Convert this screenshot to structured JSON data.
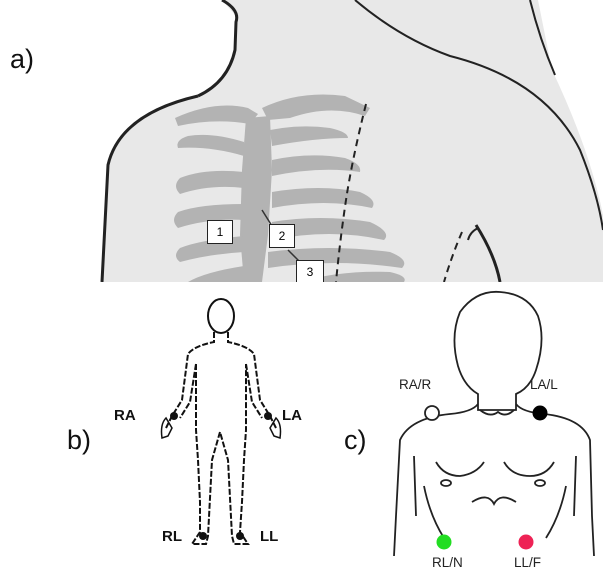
{
  "panels": {
    "a": {
      "label": "a)",
      "markers": [
        "1",
        "2",
        "3"
      ]
    },
    "b": {
      "label": "b)",
      "electrodes": [
        "RA",
        "LA",
        "RL",
        "LL"
      ]
    },
    "c": {
      "label": "c)",
      "electrodes": [
        "RA/R",
        "LA/L",
        "RL/N",
        "LL/F"
      ]
    }
  },
  "colors": {
    "skin": "#e8e8e8",
    "bone": "#b3b3b3",
    "outline": "#222222",
    "electrode_ra": "#ffffff",
    "electrode_la": "#000000",
    "electrode_rl": "#22dd22",
    "electrode_ll": "#ee2255"
  }
}
